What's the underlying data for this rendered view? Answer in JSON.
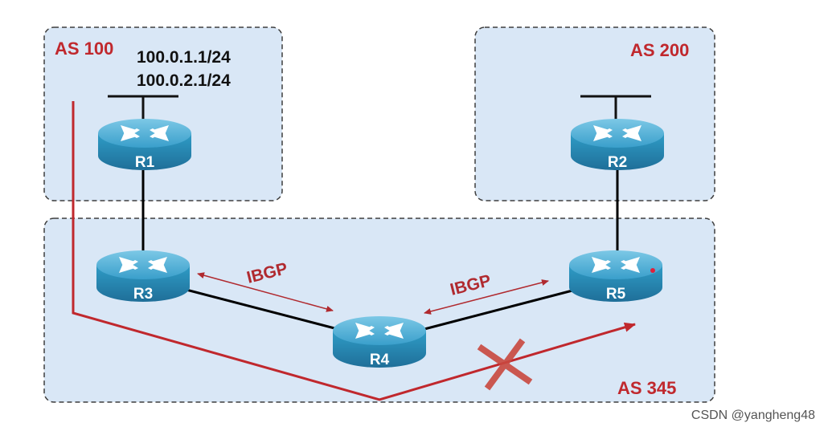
{
  "colors": {
    "as_fill": "#d9e7f6",
    "as_border": "#3e3e3e",
    "as_label": "#c0282d",
    "router_body": "#2a93bd",
    "router_top": "#55b3d9",
    "link": "#000000",
    "path": "#c0282d",
    "ibgp_arrow": "#b02a2f"
  },
  "as_areas": {
    "as100": "AS 100",
    "as200": "AS 200",
    "as345": "AS 345"
  },
  "prefixes": [
    "100.0.1.1/24",
    "100.0.2.1/24"
  ],
  "routers": {
    "r1": "R1",
    "r2": "R2",
    "r3": "R3",
    "r4": "R4",
    "r5": "R5"
  },
  "sessions": {
    "ibgp_left": "IBGP",
    "ibgp_right": "IBGP"
  },
  "watermark": "CSDN @yangheng48"
}
